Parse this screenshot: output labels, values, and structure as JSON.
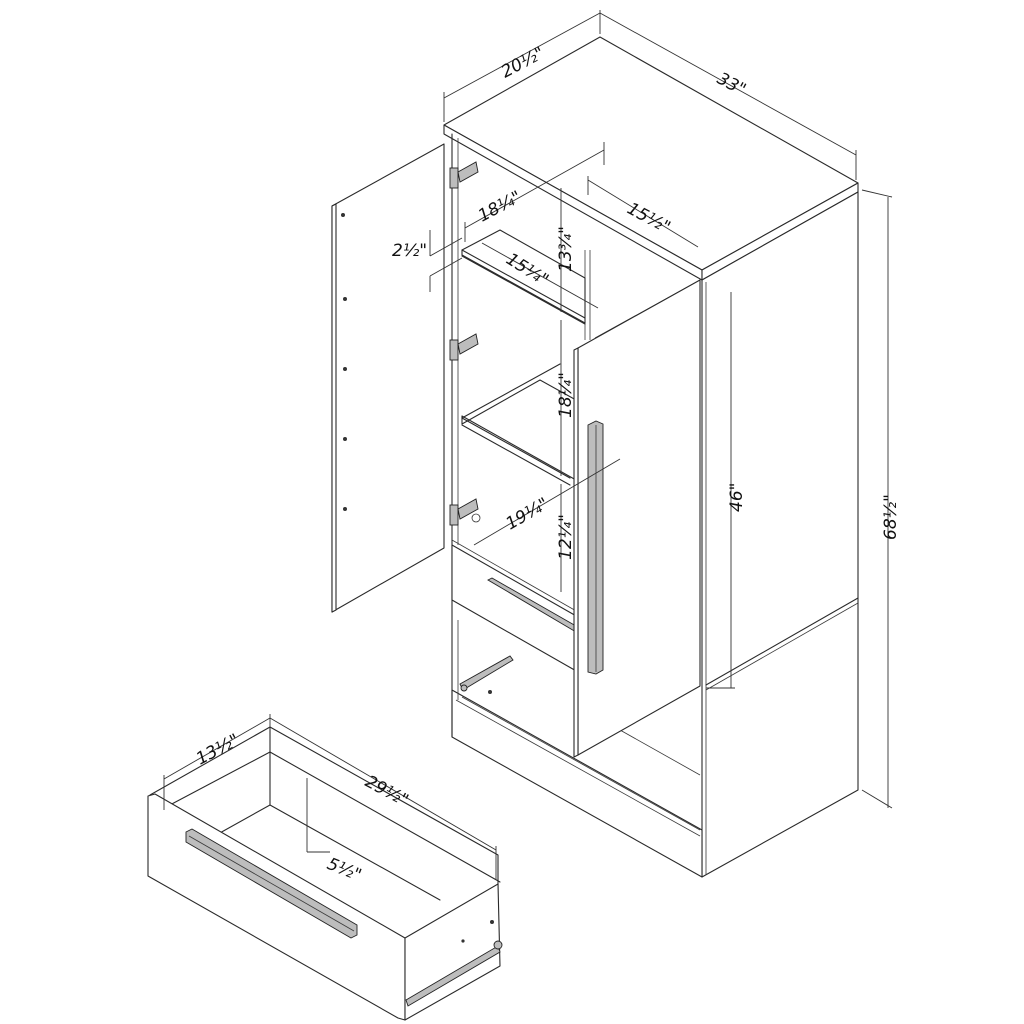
{
  "diagram": {
    "title": "Wardrobe cabinet dimension drawing",
    "subject": "Two-door armoire with interior shelves, one drawer, and open bottom compartment",
    "colors": {
      "line": "#2a2a2a",
      "background": "#ffffff",
      "hardware": "#bdbdbd"
    }
  },
  "dimensions": {
    "overall_depth": "20½\"",
    "overall_width": "33\"",
    "overall_height": "68½\"",
    "door_height": "46\"",
    "interior_depth_top": "18¼\"",
    "shelf_setback": "2½\"",
    "shelf_depth": "15¼\"",
    "top_compartment_height": "13¾\"",
    "interior_width_right": "15½\"",
    "middle_compartment_height": "18¼\"",
    "interior_width": "19¼\"",
    "lower_compartment_height": "12¼\"",
    "drawer_depth": "13½\"",
    "drawer_width": "29½\"",
    "drawer_height": "5½\""
  },
  "components": {
    "left_door": {
      "label": "Left door (open)",
      "hinges": 3,
      "shelf_pin_holes": 5
    },
    "right_door": {
      "label": "Right door (closed)",
      "handle": "vertical bar"
    },
    "shelves": 2,
    "drawer": {
      "label": "Drawer (removed)",
      "handle": "horizontal bar",
      "slides": "ball-bearing"
    }
  }
}
